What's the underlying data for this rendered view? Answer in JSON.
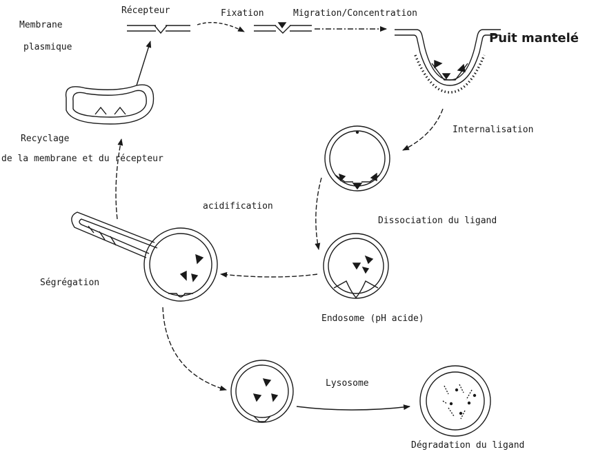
{
  "labels": {
    "membrane": "Membrane",
    "plasmique": "plasmique",
    "recepteur": "Récepteur",
    "fixation": "Fixation",
    "migration": "Migration/Concentration",
    "puit": "Puit mantelé",
    "internalisation": "Internalisation",
    "dissociation": "Dissociation du ligand",
    "acidification": "acidification",
    "endosome": "Endosome (pH acide)",
    "segregation": "Ségrégation",
    "recyclage": "Recyclage",
    "recyclage_line2": "de la membrane  et du récepteur",
    "lysosome": "Lysosome",
    "degradation": "Dégradation du ligand"
  },
  "colors": {
    "ink": "#1a1a1a",
    "background": "#ffffff"
  }
}
